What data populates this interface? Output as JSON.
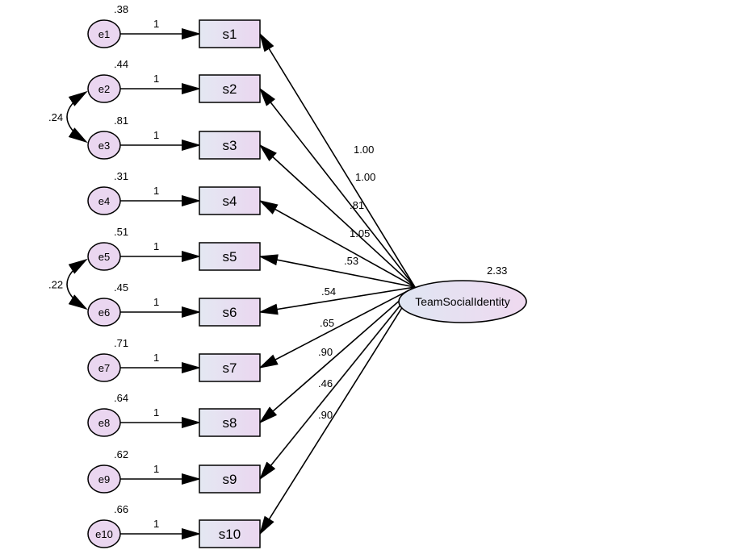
{
  "latent": {
    "label": "TeamSocialIdentity",
    "variance": "2.33"
  },
  "indicators": [
    {
      "box": "s1",
      "error": "e1",
      "error_variance": ".38",
      "path_fixed": "1",
      "loading": "1.00"
    },
    {
      "box": "s2",
      "error": "e2",
      "error_variance": ".44",
      "path_fixed": "1",
      "loading": "1.00"
    },
    {
      "box": "s3",
      "error": "e3",
      "error_variance": ".81",
      "path_fixed": "1",
      "loading": ".81"
    },
    {
      "box": "s4",
      "error": "e4",
      "error_variance": ".31",
      "path_fixed": "1",
      "loading": "1.05"
    },
    {
      "box": "s5",
      "error": "e5",
      "error_variance": ".51",
      "path_fixed": "1",
      "loading": ".53"
    },
    {
      "box": "s6",
      "error": "e6",
      "error_variance": ".45",
      "path_fixed": "1",
      "loading": ".54"
    },
    {
      "box": "s7",
      "error": "e7",
      "error_variance": ".71",
      "path_fixed": "1",
      "loading": ".65"
    },
    {
      "box": "s8",
      "error": "e8",
      "error_variance": ".64",
      "path_fixed": "1",
      "loading": ".90"
    },
    {
      "box": "s9",
      "error": "e9",
      "error_variance": ".62",
      "path_fixed": "1",
      "loading": ".46"
    },
    {
      "box": "s10",
      "error": "e10",
      "error_variance": ".66",
      "path_fixed": "1",
      "loading": ".90"
    }
  ],
  "covariances": [
    {
      "from": "e2",
      "to": "e3",
      "value": ".24"
    },
    {
      "from": "e5",
      "to": "e6",
      "value": ".22"
    }
  ],
  "colors": {
    "stroke": "#000000",
    "box_fill_start": "#e4e8f2",
    "box_fill_end": "#ead6f0",
    "error_fill": "#ead6f0",
    "latent_fill_start": "#dfe6f2",
    "latent_fill_end": "#efd9f0"
  }
}
